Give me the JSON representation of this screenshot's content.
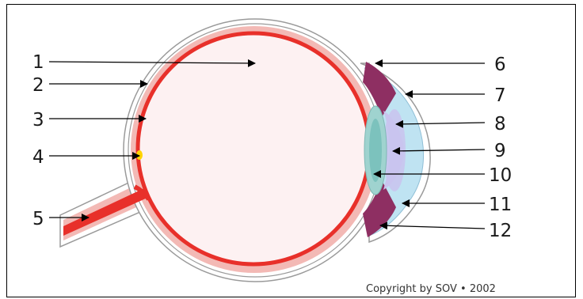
{
  "labels": {
    "l1": "1",
    "l2": "2",
    "l3": "3",
    "l4": "4",
    "l5": "5",
    "l6": "6",
    "l7": "7",
    "l8": "8",
    "l9": "9",
    "l10": "10",
    "l11": "11",
    "l12": "12"
  },
  "copyright": "Copyright by SOV • 2002",
  "colors": {
    "vitreous": "#fdf1f2",
    "choroid": "#f3b9b5",
    "retina": "#e8302a",
    "sclera_outline": "#9a9a9a",
    "iris_ciliary": "#8e2f62",
    "cornea": "#bfe3f2",
    "lens": "#9fd3cf",
    "aqueous_iris": "#c9c4ee",
    "fovea": "#ffd400"
  }
}
